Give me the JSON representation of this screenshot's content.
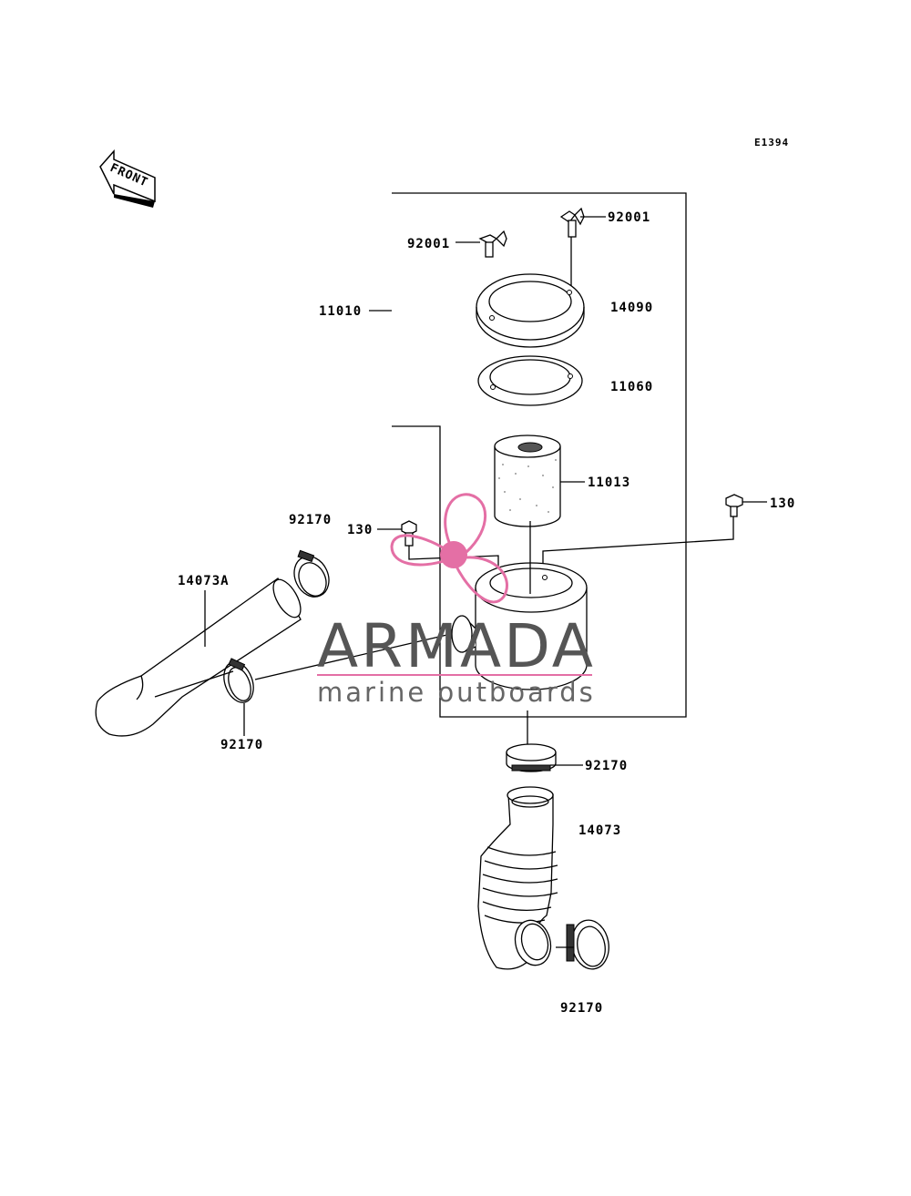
{
  "diagram_code": "E1394",
  "front_label": "FRONT",
  "watermark": {
    "brand": "ARMADA",
    "tagline": "marine outboards",
    "accent_color": "#e46fa5"
  },
  "labels": {
    "wingbolt_left": "92001",
    "wingbolt_right": "92001",
    "assembly": "11010",
    "cover": "14090",
    "gasket": "11060",
    "element": "11013",
    "bolt_right": "130",
    "bolt_left": "130",
    "clamp_upper_left": "92170",
    "duct_left": "14073A",
    "clamp_lower_left": "92170",
    "clamp_center": "92170",
    "duct_main": "14073",
    "clamp_bottom": "92170"
  }
}
